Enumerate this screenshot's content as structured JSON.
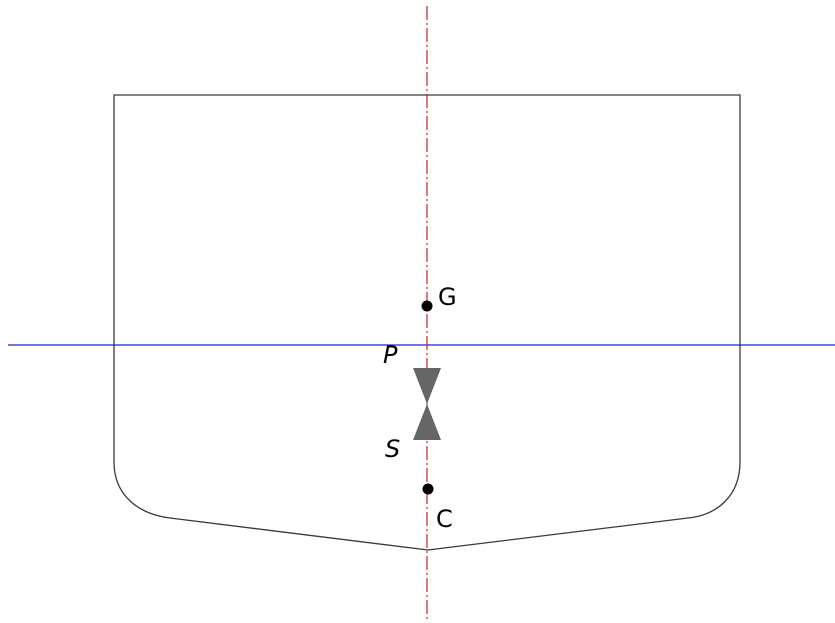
{
  "diagram": {
    "labels": {
      "g": "G",
      "p": "P",
      "s": "S",
      "c": "C"
    },
    "colors": {
      "background": "#ffffff",
      "hull_outline": "#3a3a3a",
      "centerline": "#cc2222",
      "waterline": "#2222cc",
      "point": "#000000",
      "draft_marker": "#666666"
    },
    "line_styles": {
      "centerline": "dash-dot",
      "waterline": "solid"
    }
  }
}
